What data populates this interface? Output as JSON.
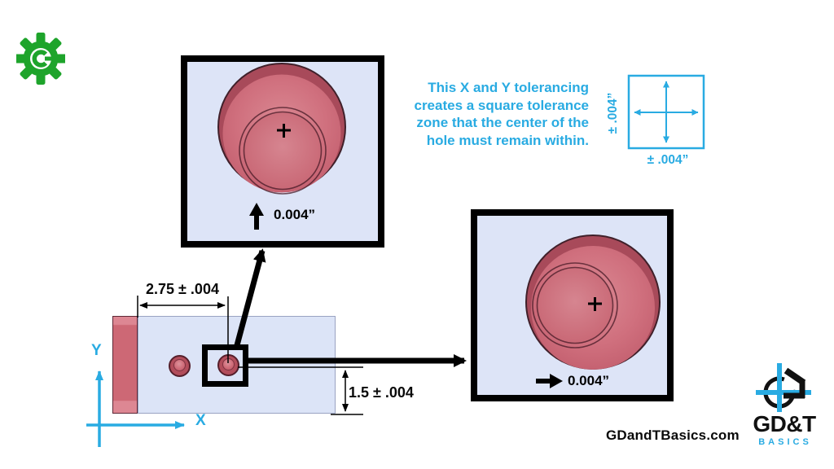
{
  "slide": {
    "background": "#ffffff",
    "accent_cyan": "#29ABE2",
    "hole_red": "#cd6875",
    "panel_lavender": "#dde4f7",
    "gear_green": "#1EA42B",
    "line_black": "#000000"
  },
  "annotation": {
    "lines": [
      "This X and Y tolerancing",
      "creates a square tolerance",
      "zone that the center of the",
      "hole must remain within."
    ]
  },
  "tolerance_zone": {
    "left_label": "± .004”",
    "bottom_label": "± .004”"
  },
  "top_zoom": {
    "arrow_label": "0.004”"
  },
  "right_zoom": {
    "arrow_label": "0.004”"
  },
  "dimensions": {
    "horizontal": "2.75 ± .004",
    "vertical": "1.5 ± .004"
  },
  "axes": {
    "x_label": "X",
    "y_label": "Y"
  },
  "footer": {
    "website": "GDandTBasics.com"
  },
  "logo": {
    "title": "GD&T",
    "subtitle": "BASICS"
  }
}
